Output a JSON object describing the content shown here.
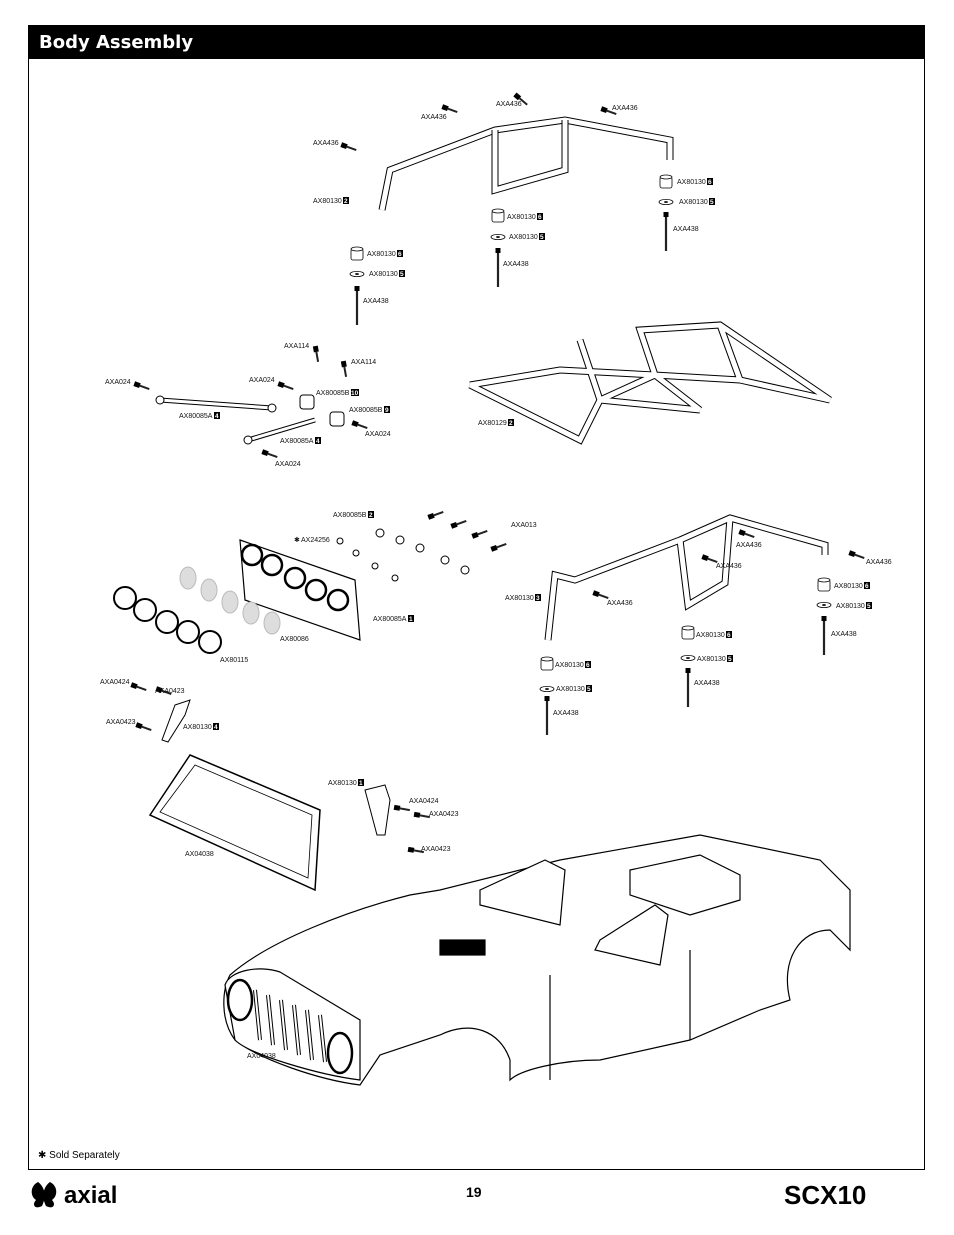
{
  "header": {
    "title": "Body Assembly"
  },
  "footer": {
    "note_symbol": "✱",
    "note": "Sold Separately",
    "page_number": "19",
    "brand_left": "axial",
    "brand_right": "SCX10"
  },
  "parts": {
    "axa436": "AXA436",
    "axa438": "AXA438",
    "ax80130": "AX80130",
    "ax80129": "AX80129",
    "axa114": "AXA114",
    "axa024": "AXA024",
    "ax80085a": "AX80085A",
    "ax80085b": "AX80085B",
    "axa013": "AXA013",
    "ax24256": "AX24256",
    "ax80086": "AX80086",
    "ax80115": "AX80115",
    "axa0424": "AXA0424",
    "axa0423": "AXA0423",
    "ax04038": "AX04038"
  },
  "sub": {
    "n1": "1",
    "n2": "2",
    "n3": "3",
    "n4": "4",
    "n5": "5",
    "n6": "6",
    "n9": "9",
    "n10": "10"
  },
  "sold_separately_mark": "✱"
}
